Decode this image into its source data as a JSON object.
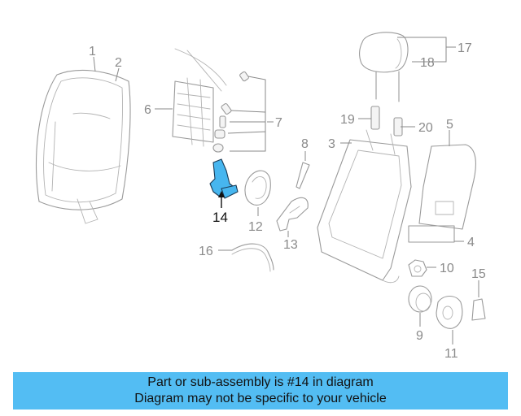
{
  "callouts": {
    "c1": "1",
    "c2": "2",
    "c3": "3",
    "c4": "4",
    "c5": "5",
    "c6": "6",
    "c7": "7",
    "c8": "8",
    "c9": "9",
    "c10": "10",
    "c11": "11",
    "c12": "12",
    "c13": "13",
    "c14": "14",
    "c15": "15",
    "c16": "16",
    "c17": "17",
    "c18": "18",
    "c19": "19",
    "c20": "20"
  },
  "highlighted_part": "14",
  "colors": {
    "highlight": "#47b6ef",
    "banner": "#53bdf3"
  },
  "banner": {
    "line1": "Part or sub-assembly is #14 in diagram",
    "line2": "Diagram may not be specific to your vehicle"
  }
}
